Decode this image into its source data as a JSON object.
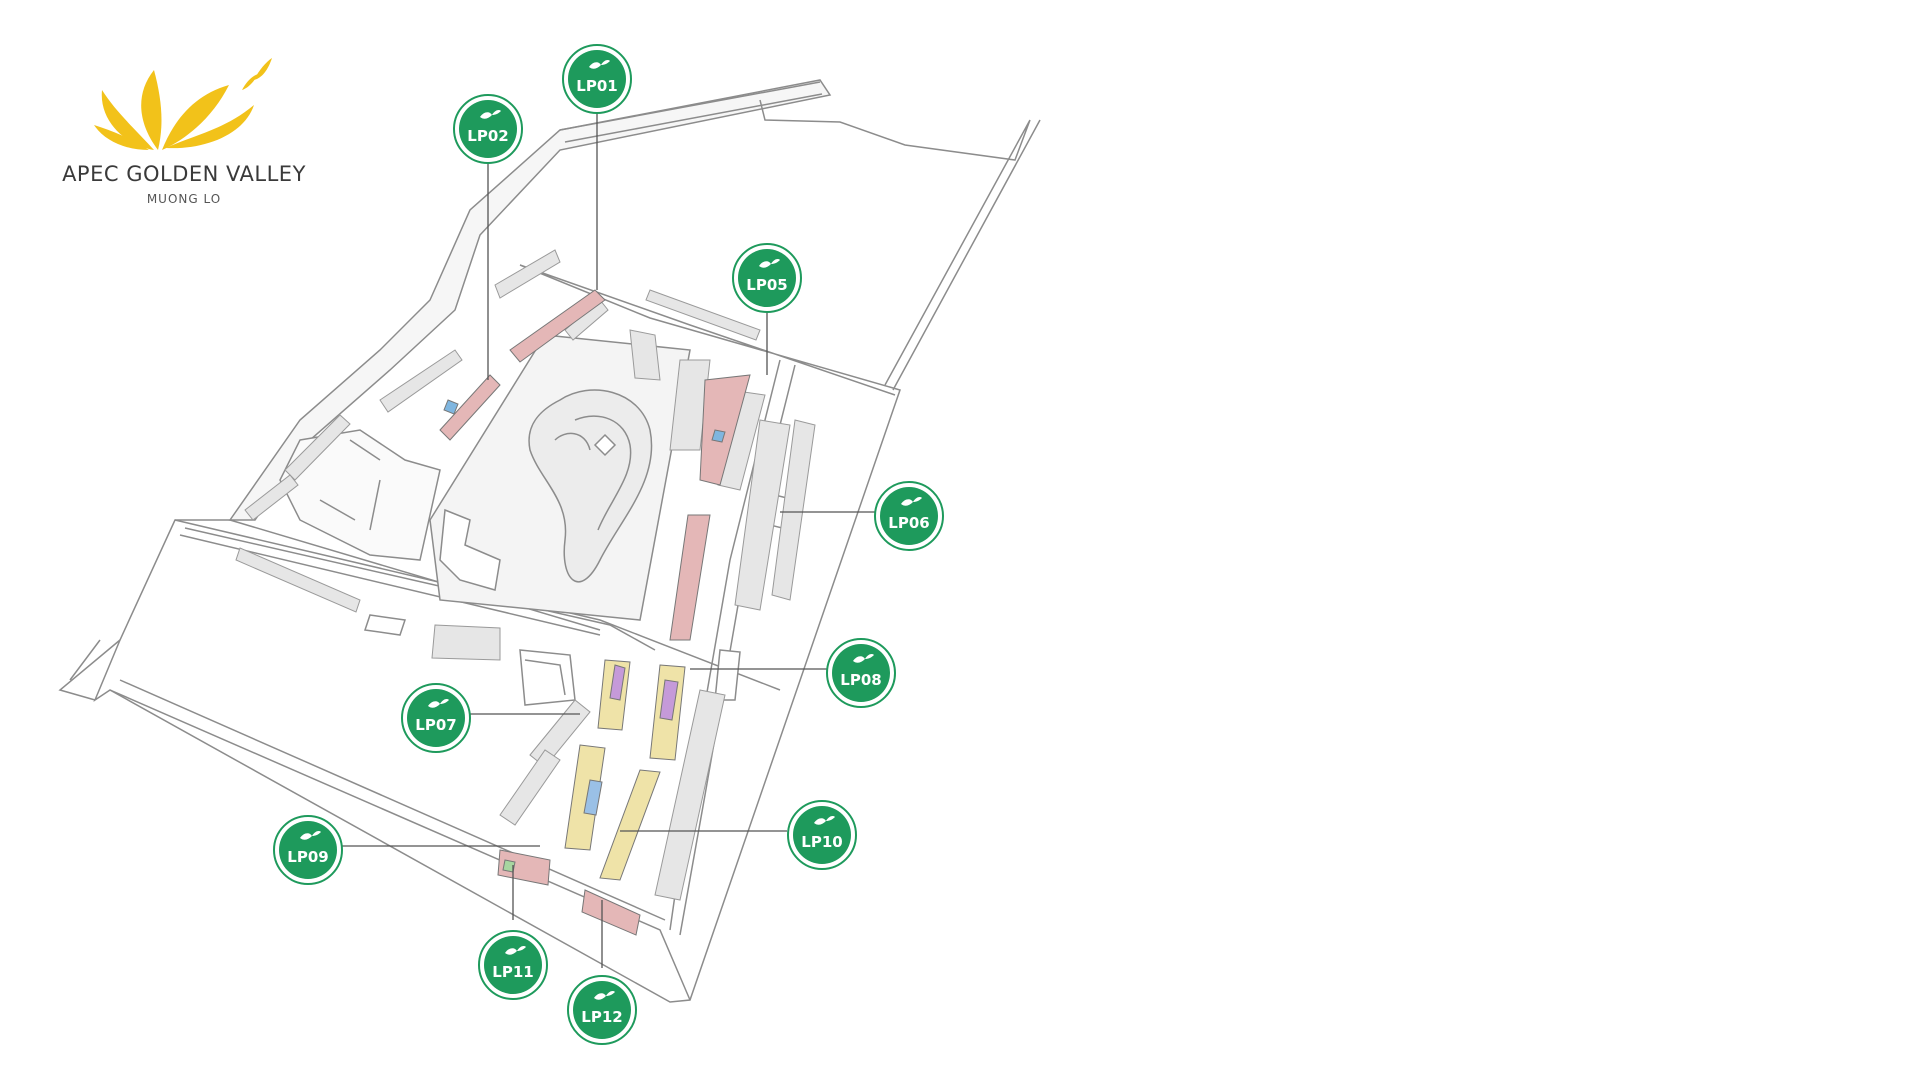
{
  "brand": {
    "title": "APEC GOLDEN VALLEY",
    "subtitle": "MUONG LO",
    "logo_icon": "golden-lotus-logo",
    "logo_color": "#f2c21a"
  },
  "colors": {
    "marker_fill": "#1e9a5c",
    "marker_ring": "#ffffff",
    "marker_outline": "#1e9a5c",
    "leader_line": "#555555",
    "plan_stroke": "#8c8c8c",
    "plan_fill": "#f1f1f1",
    "background": "#ffffff"
  },
  "markers": [
    {
      "id": "LP01",
      "label": "LP01",
      "icon": "leaf-logo-icon"
    },
    {
      "id": "LP02",
      "label": "LP02",
      "icon": "leaf-logo-icon"
    },
    {
      "id": "LP05",
      "label": "LP05",
      "icon": "leaf-logo-icon"
    },
    {
      "id": "LP06",
      "label": "LP06",
      "icon": "leaf-logo-icon"
    },
    {
      "id": "LP07",
      "label": "LP07",
      "icon": "leaf-logo-icon"
    },
    {
      "id": "LP08",
      "label": "LP08",
      "icon": "leaf-logo-icon"
    },
    {
      "id": "LP09",
      "label": "LP09",
      "icon": "leaf-logo-icon"
    },
    {
      "id": "LP10",
      "label": "LP10",
      "icon": "leaf-logo-icon"
    },
    {
      "id": "LP11",
      "label": "LP11",
      "icon": "leaf-logo-icon"
    },
    {
      "id": "LP12",
      "label": "LP12",
      "icon": "leaf-logo-icon"
    }
  ]
}
